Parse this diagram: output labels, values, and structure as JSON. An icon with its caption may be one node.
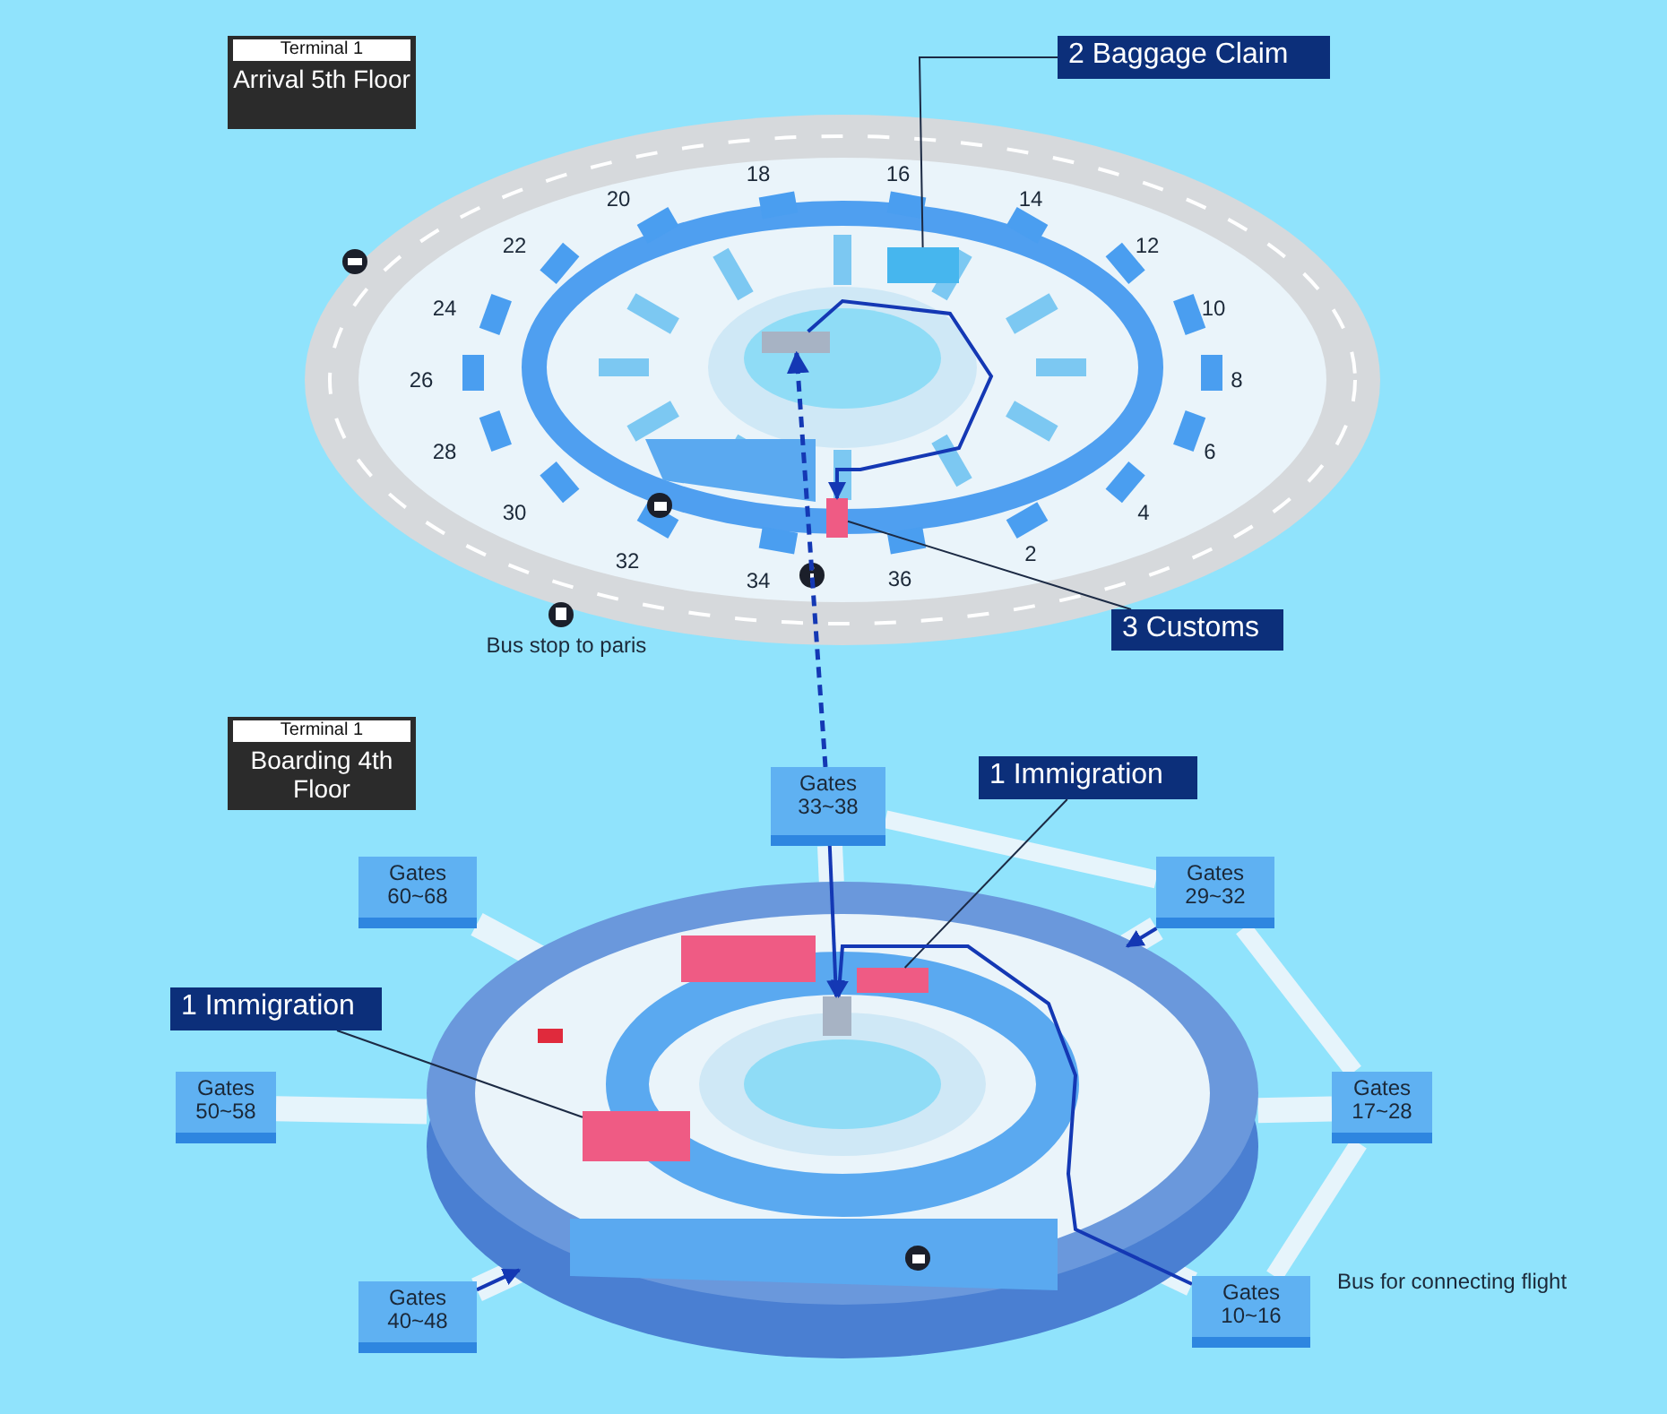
{
  "diagram": {
    "nodes": [
      {
        "text": [
          "Terminal 1",
          "Arrival 5th Floor"
        ]
      },
      {
        "text": [
          "2 Baggage Claim"
        ]
      },
      {
        "text": [],
        "shape": "box"
      },
      {
        "text": [
          "3 Customs"
        ]
      },
      {
        "text": [],
        "shape": "box"
      },
      {
        "text": [
          "Terminal 1",
          "Boarding 4th Floor"
        ]
      },
      {
        "text": [
          "Gates 33~38"
        ]
      },
      {
        "text": [
          "Gates 29~32"
        ]
      },
      {
        "text": [
          "Gates 17~28"
        ]
      },
      {
        "text": [
          "Gates 10~16"
        ]
      },
      {
        "text": [
          "Gates 40~48"
        ]
      },
      {
        "text": [
          "Gates 50~58"
        ]
      },
      {
        "text": [
          "Gates 60~68"
        ]
      },
      {
        "text": [],
        "shape": "circle"
      },
      {
        "text": [
          "1 Immigration"
        ]
      },
      {
        "text": [],
        "shape": "box",
        "in": 13
      },
      {
        "text": [
          "1 Immigration"
        ]
      },
      {
        "text": [],
        "shape": "box",
        "in": 13
      },
      {
        "text": [],
        "shape": "box"
      },
      {
        "text": [],
        "shape": "box",
        "in": 13
      },
      {
        "text": [],
        "shape": "box",
        "in": 13
      },
      {
        "text": [],
        "shape": "circle",
        "in": 13
      }
    ],
    "edges": [
      {
        "from": 1,
        "to": 2,
        "arrow": "none",
        "color": "#1c2a44"
      },
      {
        "from": 3,
        "to": 4,
        "arrow": "none",
        "color": "#1c2a44"
      },
      {
        "from": 14,
        "to": 15,
        "arrow": "none",
        "color": "#1c2a44"
      },
      {
        "from": 16,
        "to": 17,
        "arrow": "none",
        "color": "#1c2a44"
      },
      {
        "from": 6,
        "to": 18,
        "arrow": "to",
        "style": "dashed",
        "color": "#1438b4"
      },
      {
        "from": 18,
        "to": 4,
        "arrow": "to",
        "color": "#1438b4"
      },
      {
        "from": 6,
        "to": 19,
        "arrow": "to",
        "color": "#1438b4"
      },
      {
        "from": 7,
        "to": 13,
        "arrow": "to",
        "color": "#1438b4"
      },
      {
        "from": 9,
        "to": 19,
        "arrow": "to",
        "color": "#1438b4"
      },
      {
        "from": 10,
        "to": 13,
        "arrow": "to",
        "color": "#1438b4"
      },
      {
        "from": 6,
        "to": 7,
        "arrow": "none",
        "style": "thick"
      },
      {
        "from": 7,
        "to": 8,
        "arrow": "none",
        "style": "thick"
      },
      {
        "from": 8,
        "to": 9,
        "arrow": "none",
        "style": "thick"
      },
      {
        "from": 6,
        "to": 13,
        "arrow": "none",
        "style": "thick"
      },
      {
        "from": 7,
        "to": 13,
        "arrow": "none",
        "style": "thick"
      },
      {
        "from": 8,
        "to": 13,
        "arrow": "none",
        "style": "thick"
      },
      {
        "from": 9,
        "to": 13,
        "arrow": "none",
        "style": "thick"
      },
      {
        "from": 10,
        "to": 13,
        "arrow": "none",
        "style": "thick"
      },
      {
        "from": 11,
        "to": 13,
        "arrow": "none",
        "style": "thick"
      },
      {
        "from": 12,
        "to": 13,
        "arrow": "none",
        "style": "thick"
      }
    ],
    "labels": [
      "18",
      "16",
      "20",
      "14",
      "22",
      "12",
      "24",
      "10",
      "26",
      "8",
      "28",
      "6",
      "30",
      "4",
      "32",
      "2",
      "34",
      "36",
      "Bus stop to paris",
      "Bus for connecting flight"
    ]
  }
}
